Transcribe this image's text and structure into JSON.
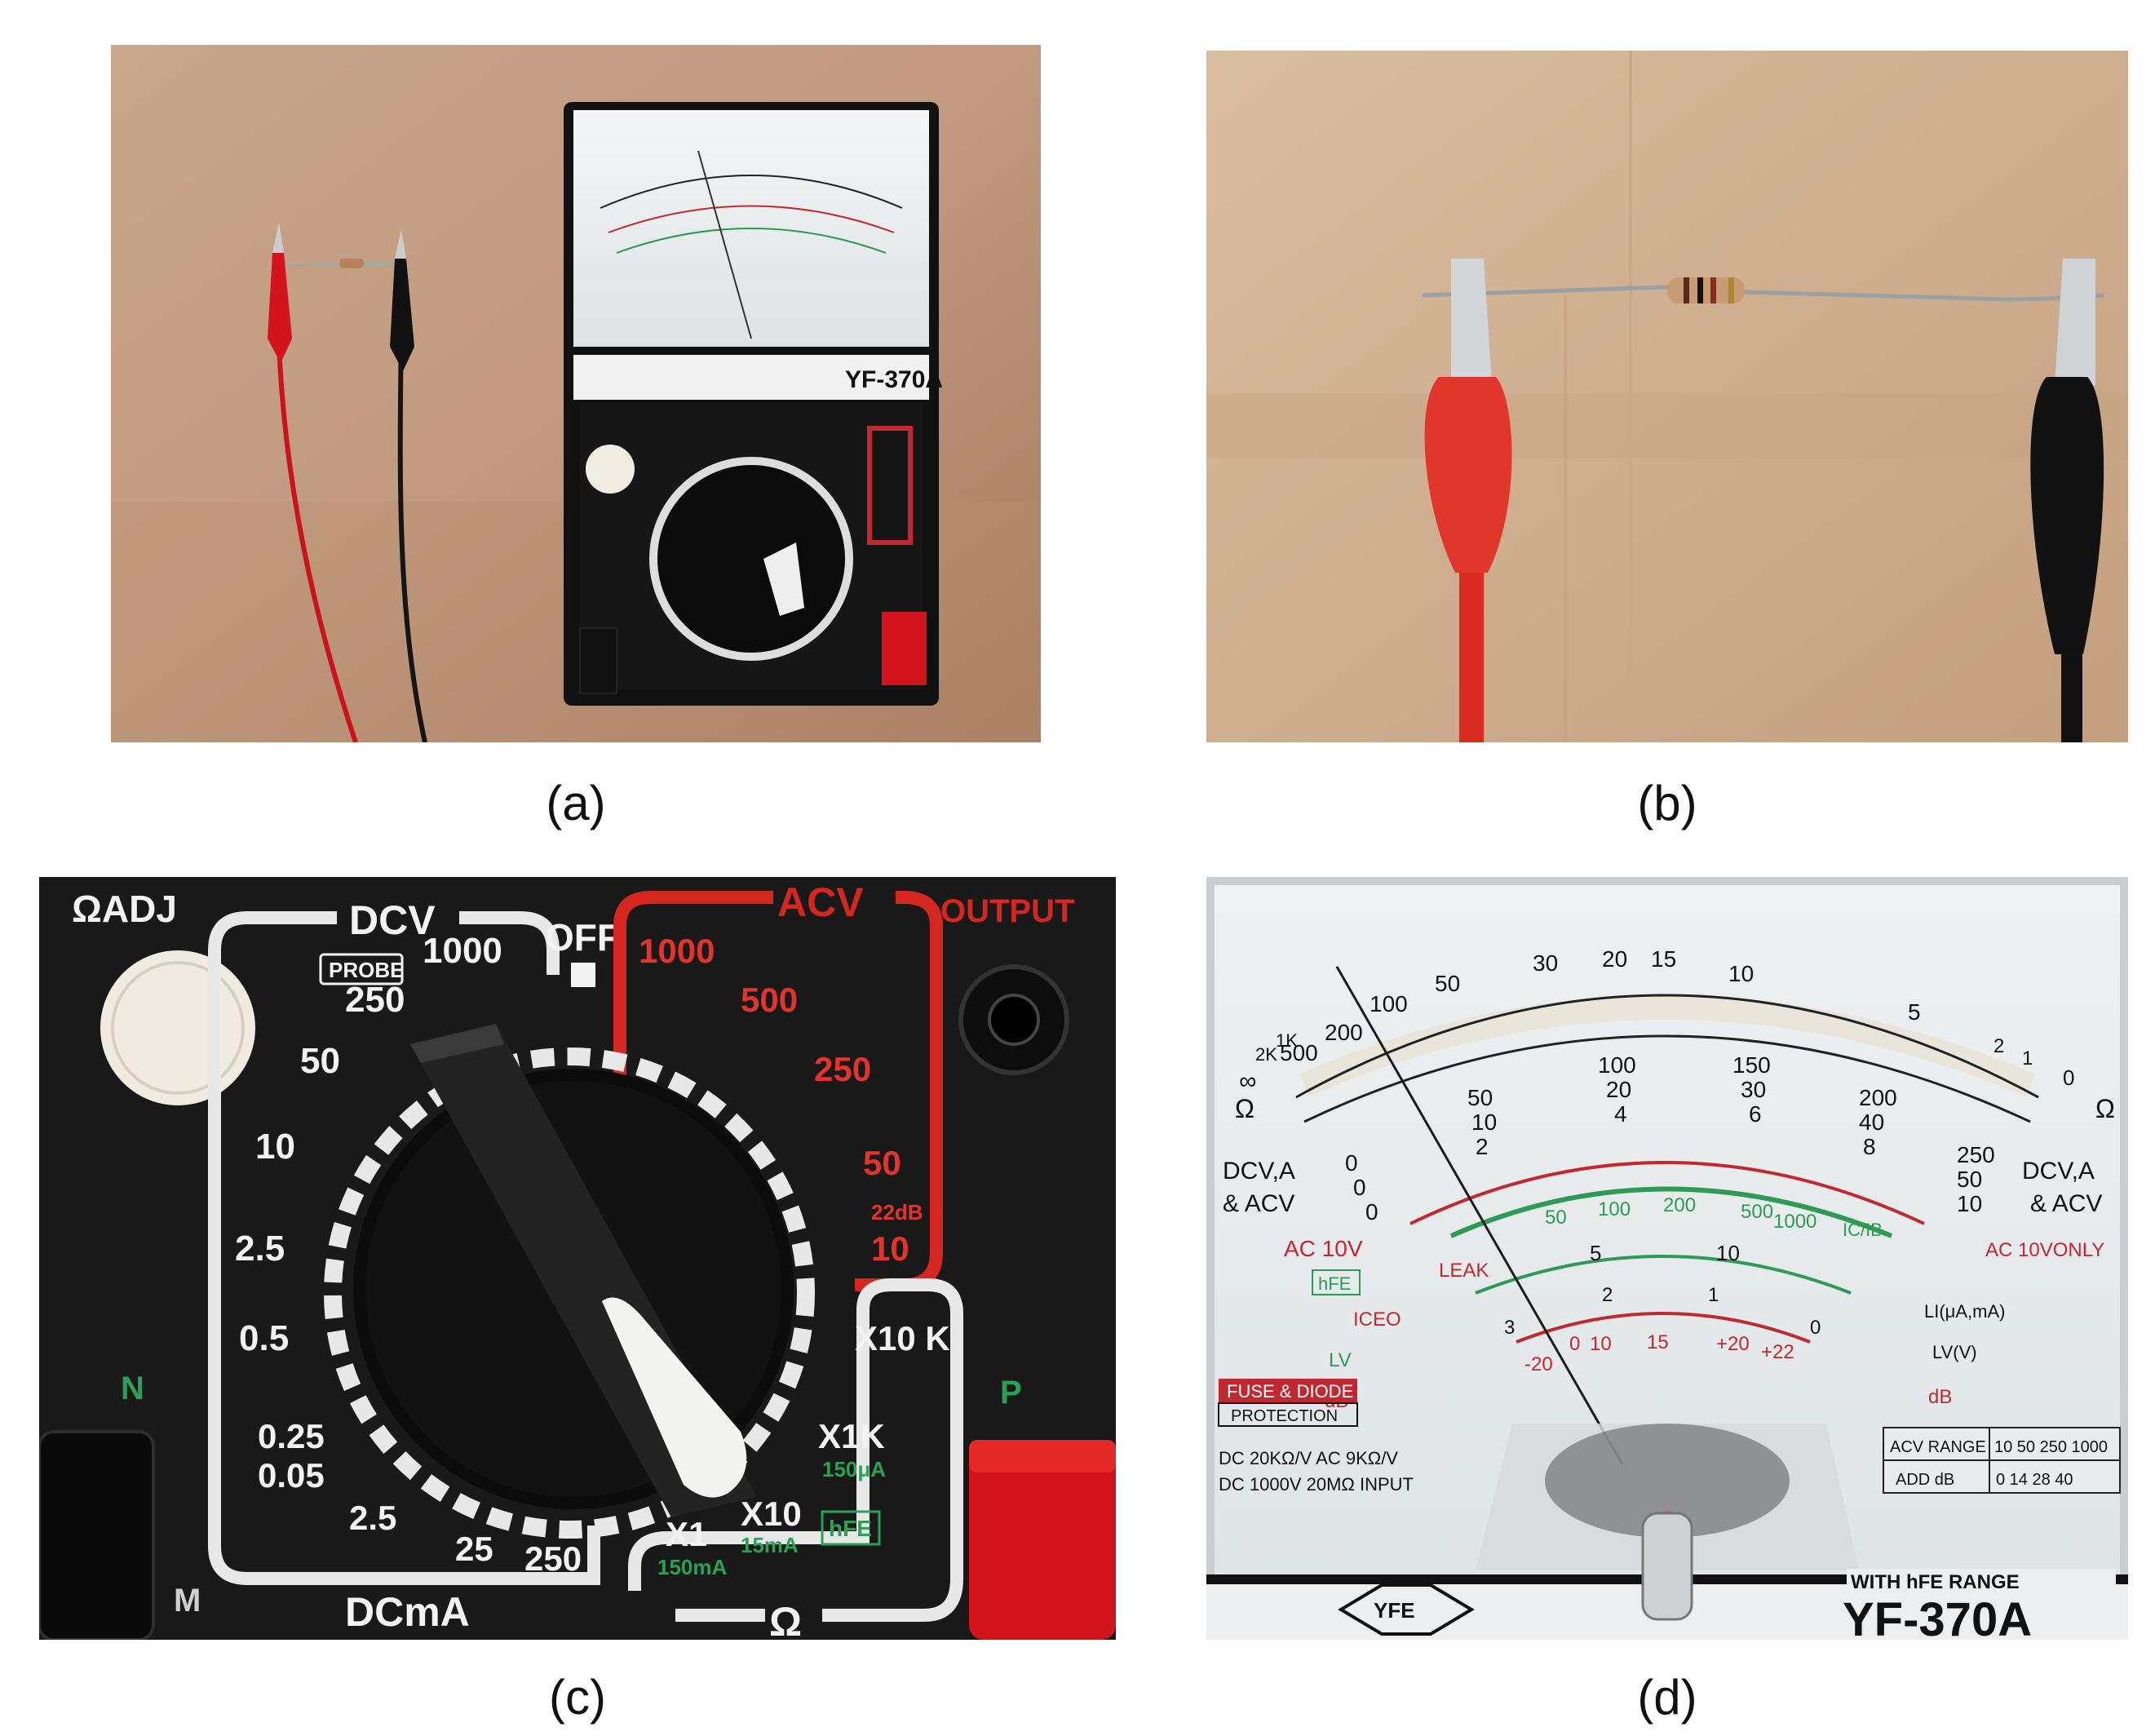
{
  "captions": {
    "a": "(a)",
    "b": "(b)",
    "c": "(c)",
    "d": "(d)"
  },
  "meter": {
    "model": "YF-370A",
    "brand": "YFE",
    "with_range": "WITH  hFE  RANGE",
    "fuse": "FUSE & DIODE",
    "protection": "PROTECTION",
    "spec1": "DC  20KΩ/V AC  9KΩ/V",
    "spec2": "DC 1000V  20MΩ  INPUT",
    "acv_range": "ACV RANGE",
    "acv_values": "10 50 250 1000",
    "add_db": "ADD  dB",
    "db_values": "0  14  28  40",
    "ohm": "Ω",
    "dcva": "DCV,A",
    "acv": "& ACV",
    "ac10v": "AC 10V",
    "ac10v_only": "AC 10VONLY",
    "hfe": "hFE",
    "iceo": "ICEO",
    "leak": "LEAK",
    "lv": "LV",
    "lv_v": "LV(V)",
    "li": "LI(μA,mA)",
    "db": "dB",
    "ic_ib": "IC/IB",
    "ohm_scale": [
      "∞",
      "2K",
      "1K",
      "500",
      "200",
      "100",
      "50",
      "30",
      "20",
      "15",
      "10",
      "5",
      "2",
      "1",
      "0"
    ],
    "dc_scale_a": [
      "0",
      "50",
      "100",
      "150",
      "200",
      "250"
    ],
    "dc_scale_b": [
      "0",
      "10",
      "20",
      "30",
      "40",
      "50"
    ],
    "dc_scale_c": [
      "0",
      "2",
      "4",
      "6",
      "8",
      "10"
    ],
    "hfe_scale": [
      "50",
      "100",
      "200",
      "500",
      "1000"
    ],
    "li_scale": [
      "5",
      "10"
    ],
    "lv_scale": [
      "3",
      "2",
      "1",
      "0"
    ],
    "db_scale": [
      "-20",
      "0",
      "10",
      "15",
      "+20",
      "+22"
    ]
  },
  "selector": {
    "zero_adj": "ΩADJ",
    "dcv": "DCV",
    "probe": "PROBE",
    "acv": "ACV",
    "off": "OFF",
    "output": "OUTPUT",
    "dcma": "DCmA",
    "ohm": "Ω",
    "n_jack": "N",
    "p_jack": "P",
    "m_jack": "M",
    "dcv_ranges": [
      "1000",
      "250",
      "50",
      "10",
      "2.5",
      "0.5",
      "0.25"
    ],
    "dcma_ranges": [
      "0.05",
      "2.5",
      "25",
      "250"
    ],
    "acv_ranges": [
      "1000",
      "500",
      "250",
      "50",
      "10"
    ],
    "acv_db": "22dB",
    "ohm_ranges": [
      "X10 K",
      "X1K",
      "X10",
      "X1"
    ],
    "ohm_sub": [
      "150μA",
      "15mA",
      "150mA"
    ],
    "hfe": "hFE"
  }
}
